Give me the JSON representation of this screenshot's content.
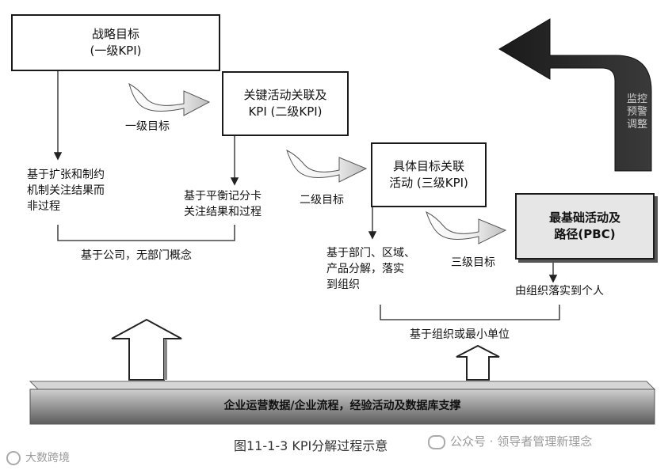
{
  "boxes": {
    "strategic": {
      "line1": "战略目标",
      "line2": "(一级KPI)"
    },
    "key_activity": {
      "line1": "关键活动关联及",
      "line2": "KPI (二级KPI)"
    },
    "specific": {
      "line1": "具体目标关联",
      "line2": "活动 (三级KPI)"
    },
    "pbc": {
      "line1": "最基础活动及",
      "line2": "路径(PBC)"
    }
  },
  "arrow_labels": {
    "level1": "一级目标",
    "level2": "二级目标",
    "level3": "三级目标"
  },
  "notes": {
    "expansion": [
      "基于扩张和制约",
      "机制关注结果而",
      "非过程"
    ],
    "balanced": [
      "基于平衡记分卡",
      "关注结果和过程"
    ],
    "department": [
      "基于部门、区域、",
      "产品分解，落实",
      "到组织"
    ],
    "individual": "由组织落实到个人"
  },
  "brackets": {
    "company": "基于公司，无部门概念",
    "org": "基于组织或最小单位"
  },
  "monitor_label": "监控预警调整",
  "base_bar": "企业运营数据/企业流程，经验活动及数据库支撑",
  "caption": "图11-1-3    KPI分解过程示意",
  "watermark_wechat": "公众号 · 领导者管理新理念",
  "watermark_corner": "大数跨境"
}
